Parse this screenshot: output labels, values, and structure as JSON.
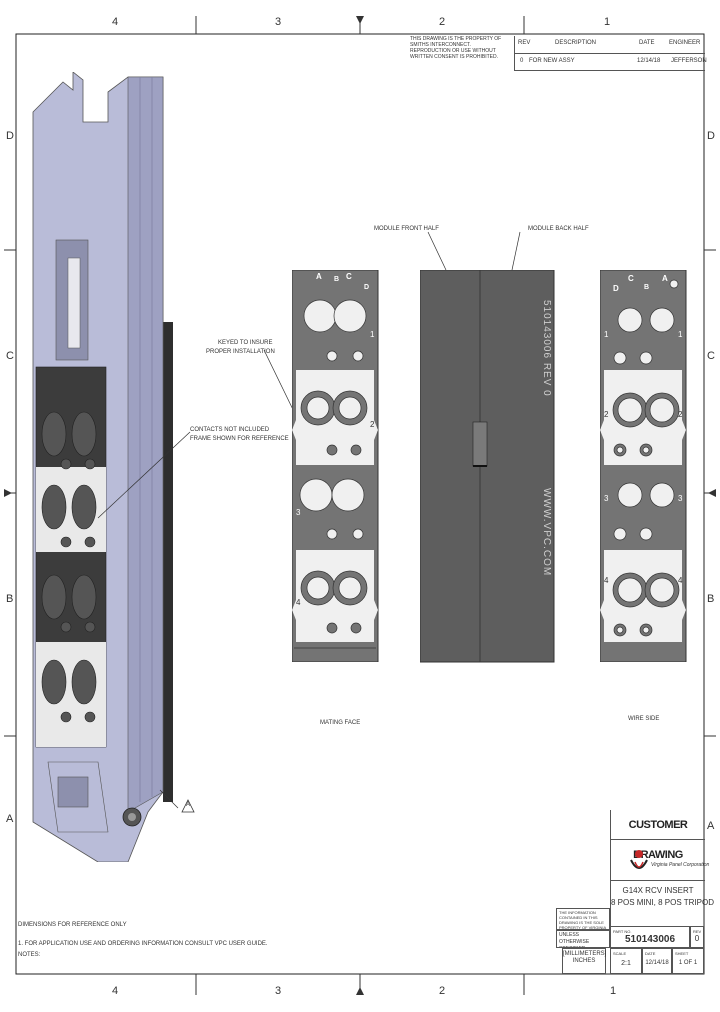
{
  "zones": {
    "top": [
      "4",
      "3",
      "2",
      "1"
    ],
    "bottom": [
      "4",
      "3",
      "2",
      "1"
    ],
    "left": [
      "D",
      "C",
      "B",
      "A"
    ],
    "right": [
      "D",
      "C",
      "B",
      "A"
    ]
  },
  "revision_table": {
    "headers": [
      "REV",
      "DESCRIPTION",
      "DATE",
      "ENGINEER"
    ],
    "row": [
      "0",
      "FOR NEW ASSY",
      "12/14/18",
      "JEFFERSON"
    ],
    "note": "THIS DRAWING IS THE PROPERTY OF SMITHS INTERCONNECT. REPRODUCTION OR USE WITHOUT WRITTEN CONSENT IS PROHIBITED."
  },
  "callouts": {
    "module_front_half": "MODULE FRONT HALF",
    "module_back_half": "MODULE BACK HALF",
    "keyed_to_insure": "KEYED TO INSURE",
    "proper_installation": "PROPER INSTALLATION",
    "contacts_not_included": "CONTACTS NOT INCLUDED",
    "frame_shown_for_reference": "FRAME SHOWN FOR REFERENCE",
    "mating_face": "MATING FACE",
    "wire_side": "WIRE SIDE",
    "note_marker": "A"
  },
  "insert_labels": {
    "letters": [
      "A",
      "B",
      "C",
      "D"
    ],
    "positions": [
      "1",
      "2",
      "3",
      "4"
    ],
    "back_half_text_1": "510143006 REV 0",
    "back_half_text_2": "WWW.VPC.COM"
  },
  "notes": {
    "heading": "NOTES:",
    "line1": "1. FOR APPLICATION USE AND ORDERING INFORMATION CONSULT VPC USER GUIDE.",
    "line2": "DIMENSIONS FOR REFERENCE ONLY",
    "units": "[MILLIMETERS]",
    "units2": "INCHES"
  },
  "title_block": {
    "heading": "CUSTOMER DRAWING",
    "company": "Virginia Panel Corporation",
    "title_line1": "G14X RCV INSERT",
    "title_line2": "8 POS MINI, 8 POS TRIPOD",
    "part_label": "PART NO.",
    "part_number": "510143006",
    "rev_label": "REV",
    "rev": "0",
    "scale_label": "SCALE",
    "scale": "2:1",
    "date_label": "DATE",
    "date": "12/14/18",
    "sheet_label": "SHEET",
    "sheet": "1 OF 1",
    "disclaimer": "THE INFORMATION CONTAINED IN THIS DRAWING IS THE SOLE PROPERTY OF VIRGINIA PANEL CORPORATION.",
    "tolerance": "UNLESS OTHERWISE SPECIFIED"
  },
  "colors": {
    "frame": "#b9bcd8",
    "frame_dark": "#8d90ad",
    "insert_dark": "#3c3c3c",
    "insert_gray": "#747474",
    "insert_light": "#f0f0f0",
    "back_half": "#5e5e5e"
  }
}
